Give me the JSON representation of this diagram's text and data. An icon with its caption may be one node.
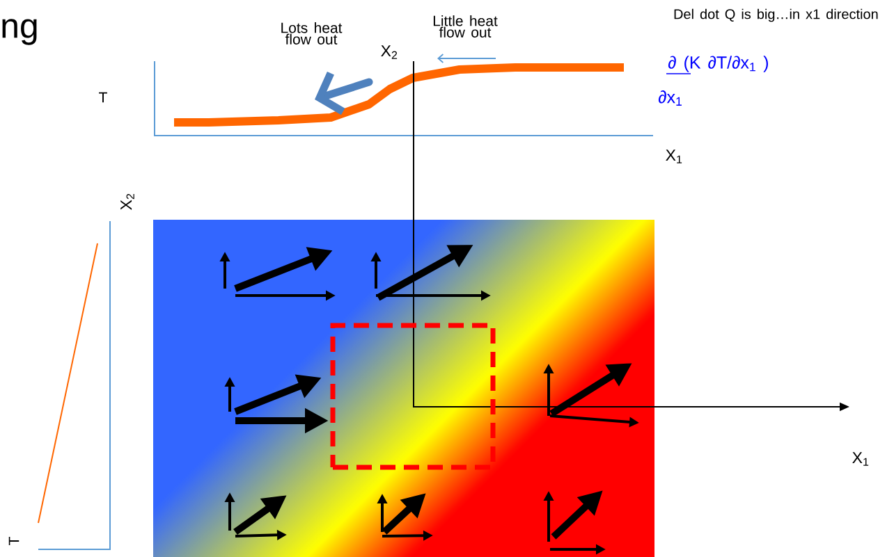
{
  "diagram": {
    "title": "ng",
    "nodes": [
      {
        "text": [],
        "shape": "box"
      }
    ],
    "labels": [
      "Lots heat flow out",
      "Little heat flow out",
      "Del dot Q is big…in x1 direction",
      "X$_{2}$",
      "∂  (K ∂T/∂x$_{1}$ )",
      "T",
      "∂x$_{1}$",
      "X$_{1}$",
      "X$_{2}$",
      "X$_{1}$",
      "T"
    ]
  }
}
